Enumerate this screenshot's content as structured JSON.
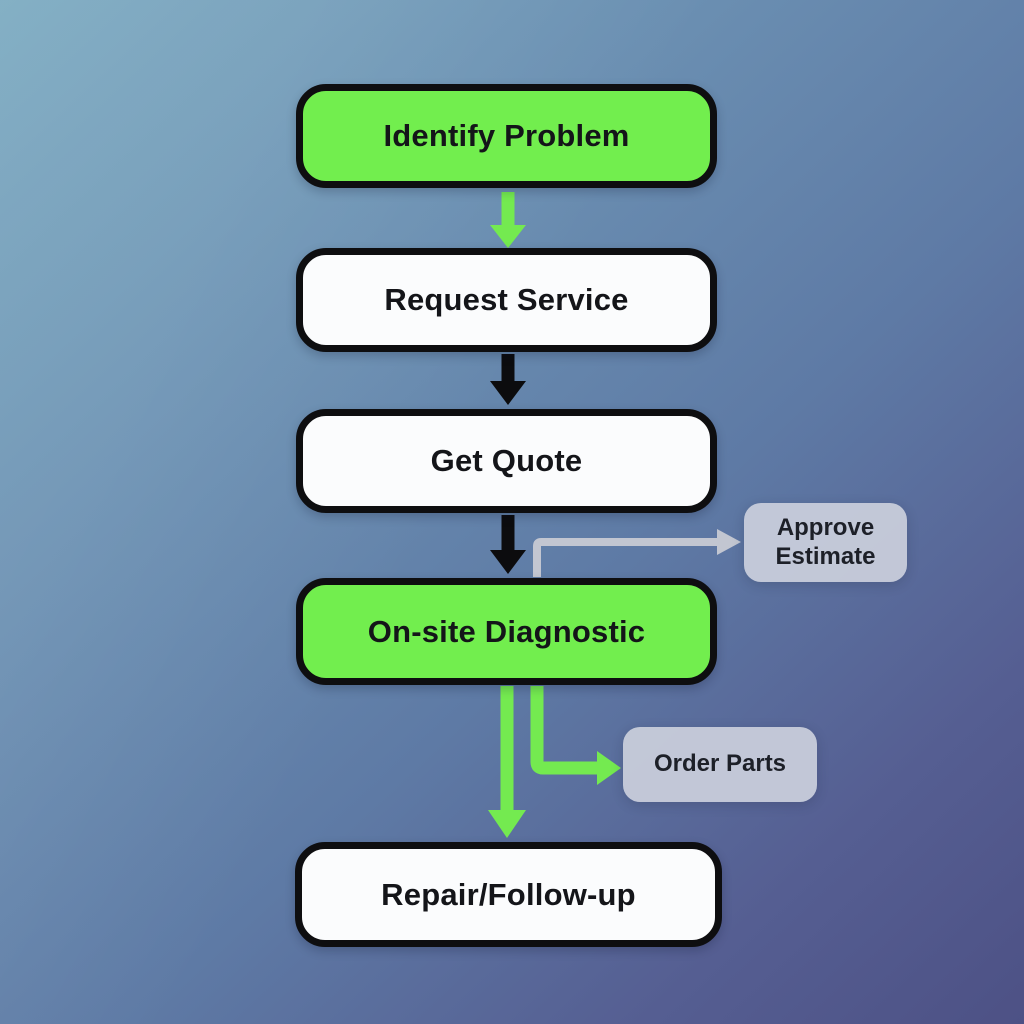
{
  "diagram": {
    "type": "flowchart",
    "orientation": "top-down",
    "nodes": {
      "identify_problem": {
        "label": "Identify Problem",
        "style": "highlight-green"
      },
      "request_service": {
        "label": "Request Service",
        "style": "default-white"
      },
      "get_quote": {
        "label": "Get Quote",
        "style": "default-white"
      },
      "onsite_diagnostic": {
        "label": "On-site Diagnostic",
        "style": "highlight-green"
      },
      "approve_estimate": {
        "label": "Approve Estimate",
        "style": "muted-gray-chip"
      },
      "order_parts": {
        "label": "Order Parts",
        "style": "muted-gray-chip"
      },
      "repair_followup": {
        "label": "Repair/Follow-up",
        "style": "default-white"
      }
    },
    "connections": [
      {
        "from": "identify_problem",
        "to": "request_service",
        "color": "green",
        "shape": "straight-down"
      },
      {
        "from": "request_service",
        "to": "get_quote",
        "color": "black",
        "shape": "straight-down"
      },
      {
        "from": "get_quote",
        "to": "onsite_diagnostic",
        "color": "black",
        "shape": "straight-down"
      },
      {
        "from": "onsite_diagnostic",
        "to": "approve_estimate",
        "color": "gray",
        "shape": "elbow-up-right"
      },
      {
        "from": "onsite_diagnostic",
        "to": "repair_followup",
        "color": "green",
        "shape": "straight-down"
      },
      {
        "from": "onsite_diagnostic",
        "to": "order_parts",
        "color": "green",
        "shape": "elbow-down-right"
      }
    ],
    "colors": {
      "background_top_left": "#7CABC1",
      "background_bottom_right": "#4D5185",
      "node_highlight_fill": "#72EE4E",
      "node_default_fill": "#FBFCFD",
      "node_border": "#0E0E10",
      "chip_fill": "#CBCFDC",
      "arrow_green": "#74EA50",
      "arrow_black": "#0C0C0E",
      "arrow_gray": "#C2C6D1",
      "text_primary": "#141519",
      "text_chip": "#1D2028"
    }
  }
}
